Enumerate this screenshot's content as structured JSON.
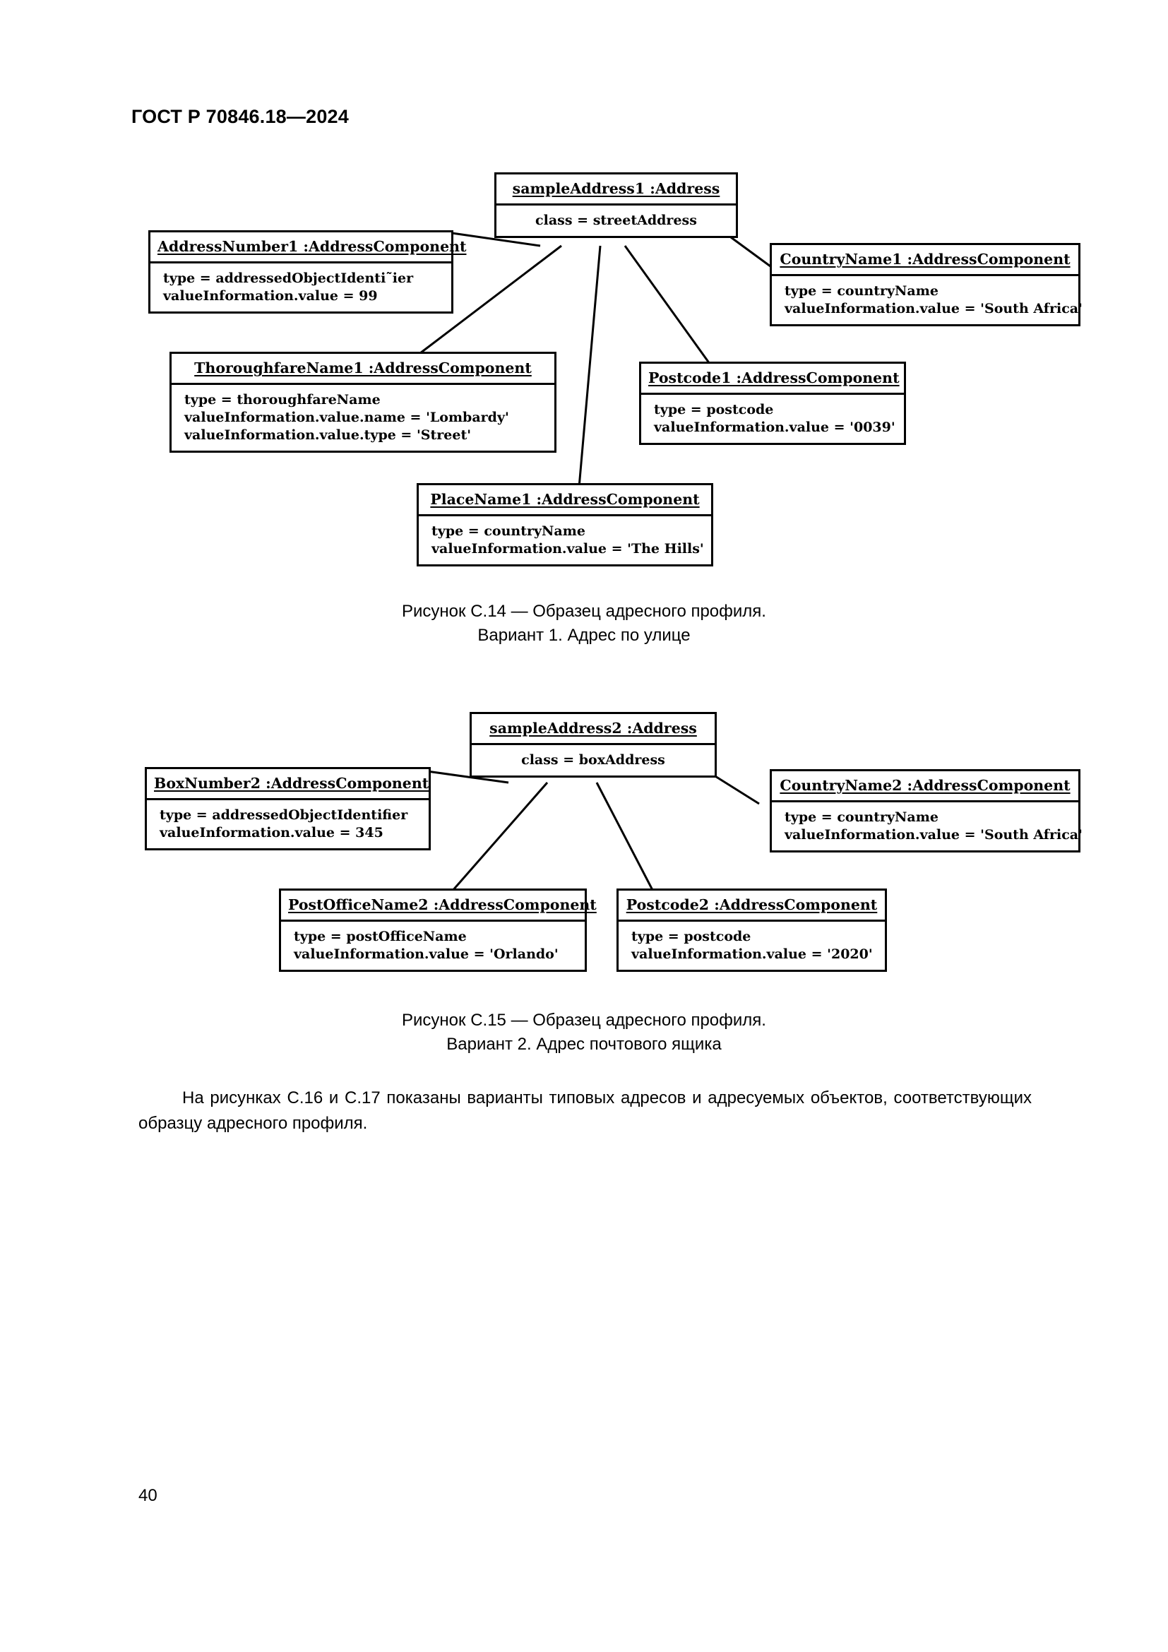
{
  "header": {
    "standard_number": "ГОСТ Р 70846.18—2024"
  },
  "figures": [
    {
      "id": "fig-c14",
      "caption_line1": "Рисунок С.14 — Образец адресного профиля.",
      "caption_line2": "Вариант 1. Адрес по улице",
      "root": {
        "title": "sampleAddress1 :Address",
        "attributes": [
          "class = streetAddress"
        ]
      },
      "components": [
        {
          "key": "address-number-1",
          "title": "AddressNumber1 :AddressComponent",
          "attributes": [
            "type = addressedObjectIdenti˜ier",
            "valueInformation.value = 99"
          ]
        },
        {
          "key": "country-name-1",
          "title": "CountryName1 :AddressComponent",
          "attributes": [
            "type = countryName",
            "valueInformation.value = 'South Africa'"
          ]
        },
        {
          "key": "thoroughfare-name-1",
          "title": "ThoroughfareName1 :AddressComponent",
          "attributes": [
            "type = thoroughfareName",
            "valueInformation.value.name = 'Lombardy'",
            "valueInformation.value.type = 'Street'"
          ]
        },
        {
          "key": "postcode-1",
          "title": "Postcode1 :AddressComponent",
          "attributes": [
            "type = postcode",
            "valueInformation.value = '0039'"
          ]
        },
        {
          "key": "place-name-1",
          "title": "PlaceName1 :AddressComponent",
          "attributes": [
            "type = countryName",
            "valueInformation.value = 'The Hills'"
          ]
        }
      ]
    },
    {
      "id": "fig-c15",
      "caption_line1": "Рисунок С.15 — Образец адресного профиля.",
      "caption_line2": "Вариант 2. Адрес почтового ящика",
      "root": {
        "title": "sampleAddress2 :Address",
        "attributes": [
          "class = boxAddress"
        ]
      },
      "components": [
        {
          "key": "box-number-2",
          "title": "BoxNumber2 :AddressComponent",
          "attributes": [
            "type = addressedObjectIdentifier",
            "valueInformation.value = 345"
          ]
        },
        {
          "key": "country-name-2",
          "title": "CountryName2 :AddressComponent",
          "attributes": [
            "type = countryName",
            "valueInformation.value = 'South Africa'"
          ]
        },
        {
          "key": "post-office-name-2",
          "title": "PostOfficeName2 :AddressComponent",
          "attributes": [
            "type = postOfficeName",
            "valueInformation.value = 'Orlando'"
          ]
        },
        {
          "key": "postcode-2",
          "title": "Postcode2 :AddressComponent",
          "attributes": [
            "type = postcode",
            "valueInformation.value = '2020'"
          ]
        }
      ]
    }
  ],
  "body": {
    "paragraph": "На рисунках С.16 и С.17 показаны варианты типовых адресов и адресуемых объектов, соответствующих образцу адресного профиля."
  },
  "footer": {
    "page_number": "40"
  }
}
